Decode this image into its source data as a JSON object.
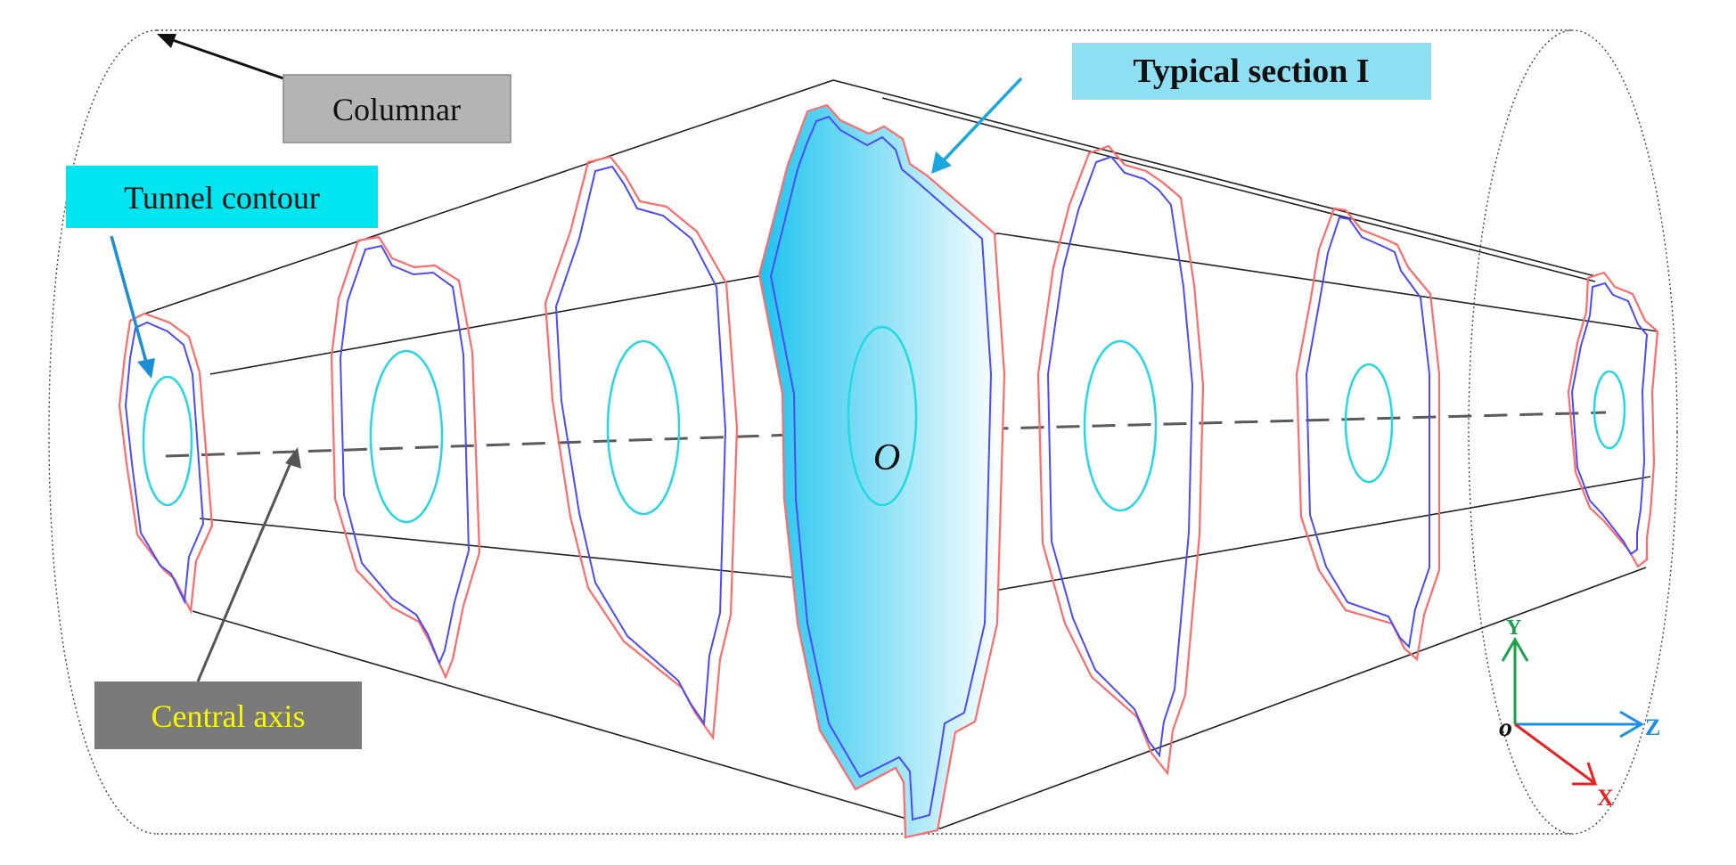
{
  "labels": {
    "columnar": "Columnar",
    "tunnel_contour": "Tunnel contour",
    "typical_section": "Typical section I",
    "central_axis": "Central axis",
    "center_point": "O"
  },
  "axes": {
    "origin": "o",
    "y": "Y",
    "z": "Z",
    "x": "X"
  },
  "colors": {
    "columnar_box_fill": "#b4b4b4",
    "tunnel_label_fill": "#00e5f0",
    "typical_section_fill": "#8fdff2",
    "central_axis_box_fill": "#7a7a7a",
    "central_axis_text": "#f7f700",
    "outer_contour": "#ff6a6a",
    "inner_contour": "#4a4aff",
    "excavation_core": "#22d8e6",
    "section_gradient_start": "#1ec3ee",
    "section_gradient_end": "#ffffff",
    "axis_y": "#18a34a",
    "axis_z": "#1a8fe6",
    "axis_x": "#e82020"
  }
}
